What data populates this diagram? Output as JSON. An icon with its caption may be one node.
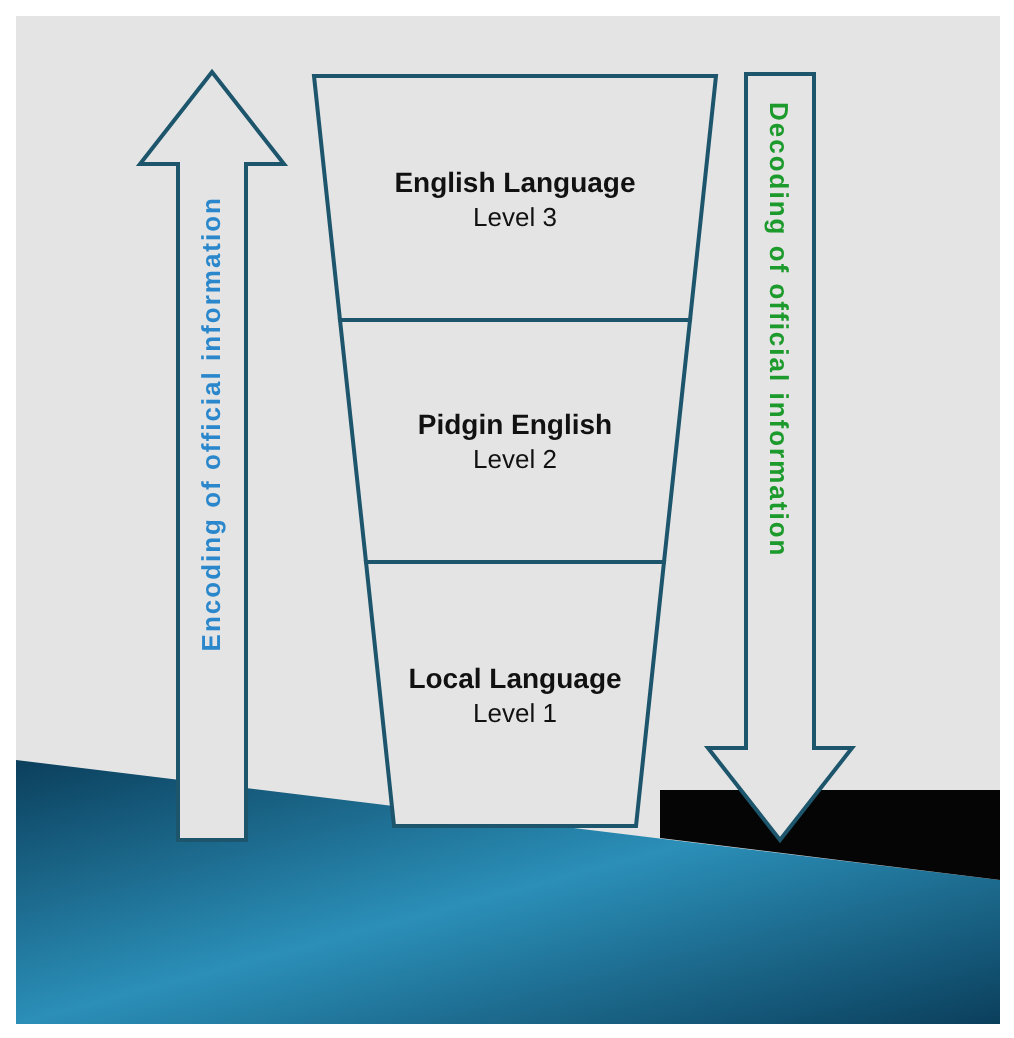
{
  "diagram": {
    "nodes": [
      {
        "text": [
          "Encoding of official information"
        ]
      },
      {
        "text": [
          "English Language",
          "Level 3"
        ]
      },
      {
        "text": [
          "Pidgin English",
          "Level 2"
        ]
      },
      {
        "text": [
          "Local Language",
          "Level 1"
        ]
      },
      {
        "text": [
          "Decoding of official information"
        ]
      }
    ],
    "edges": []
  }
}
